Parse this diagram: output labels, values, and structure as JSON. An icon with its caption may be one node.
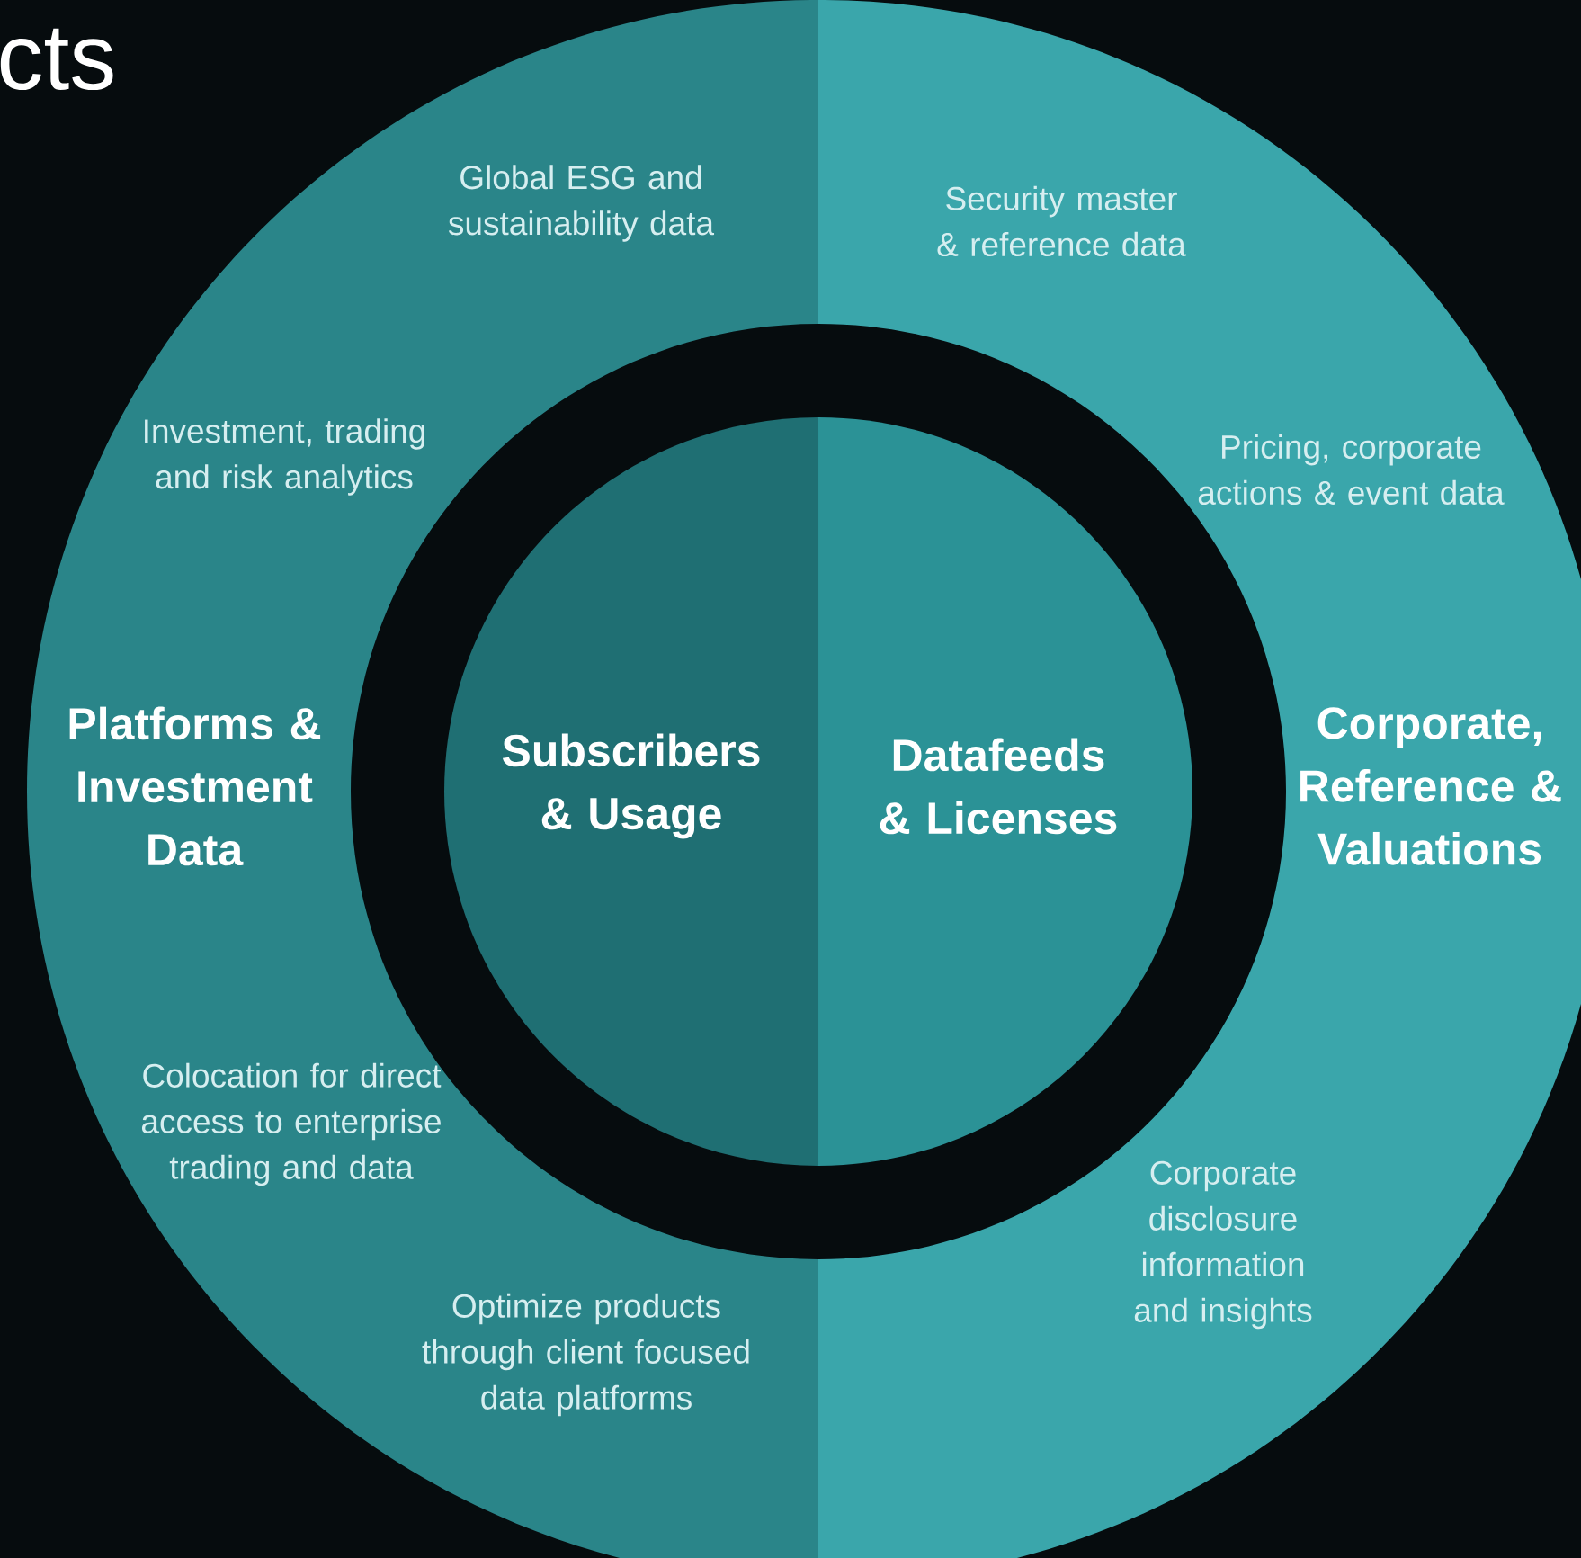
{
  "diagram": {
    "title": "cts",
    "nodes": [
      {
        "text": [
          "Platforms & Investment Data",
          "Global ESG and sustainability data",
          "Investment, trading and risk analytics",
          "Colocation for direct access to enterprise trading and data",
          "Optimize products through client focused data platforms"
        ]
      },
      {
        "text": [
          "Corporate, Reference & Valuations",
          "Security master & reference data",
          "Pricing, corporate actions & event data",
          "Corporate disclosure information and insights"
        ]
      },
      {
        "text": [
          "Subscribers & Usage"
        ]
      },
      {
        "text": [
          "Datafeeds & Licenses"
        ]
      }
    ]
  }
}
